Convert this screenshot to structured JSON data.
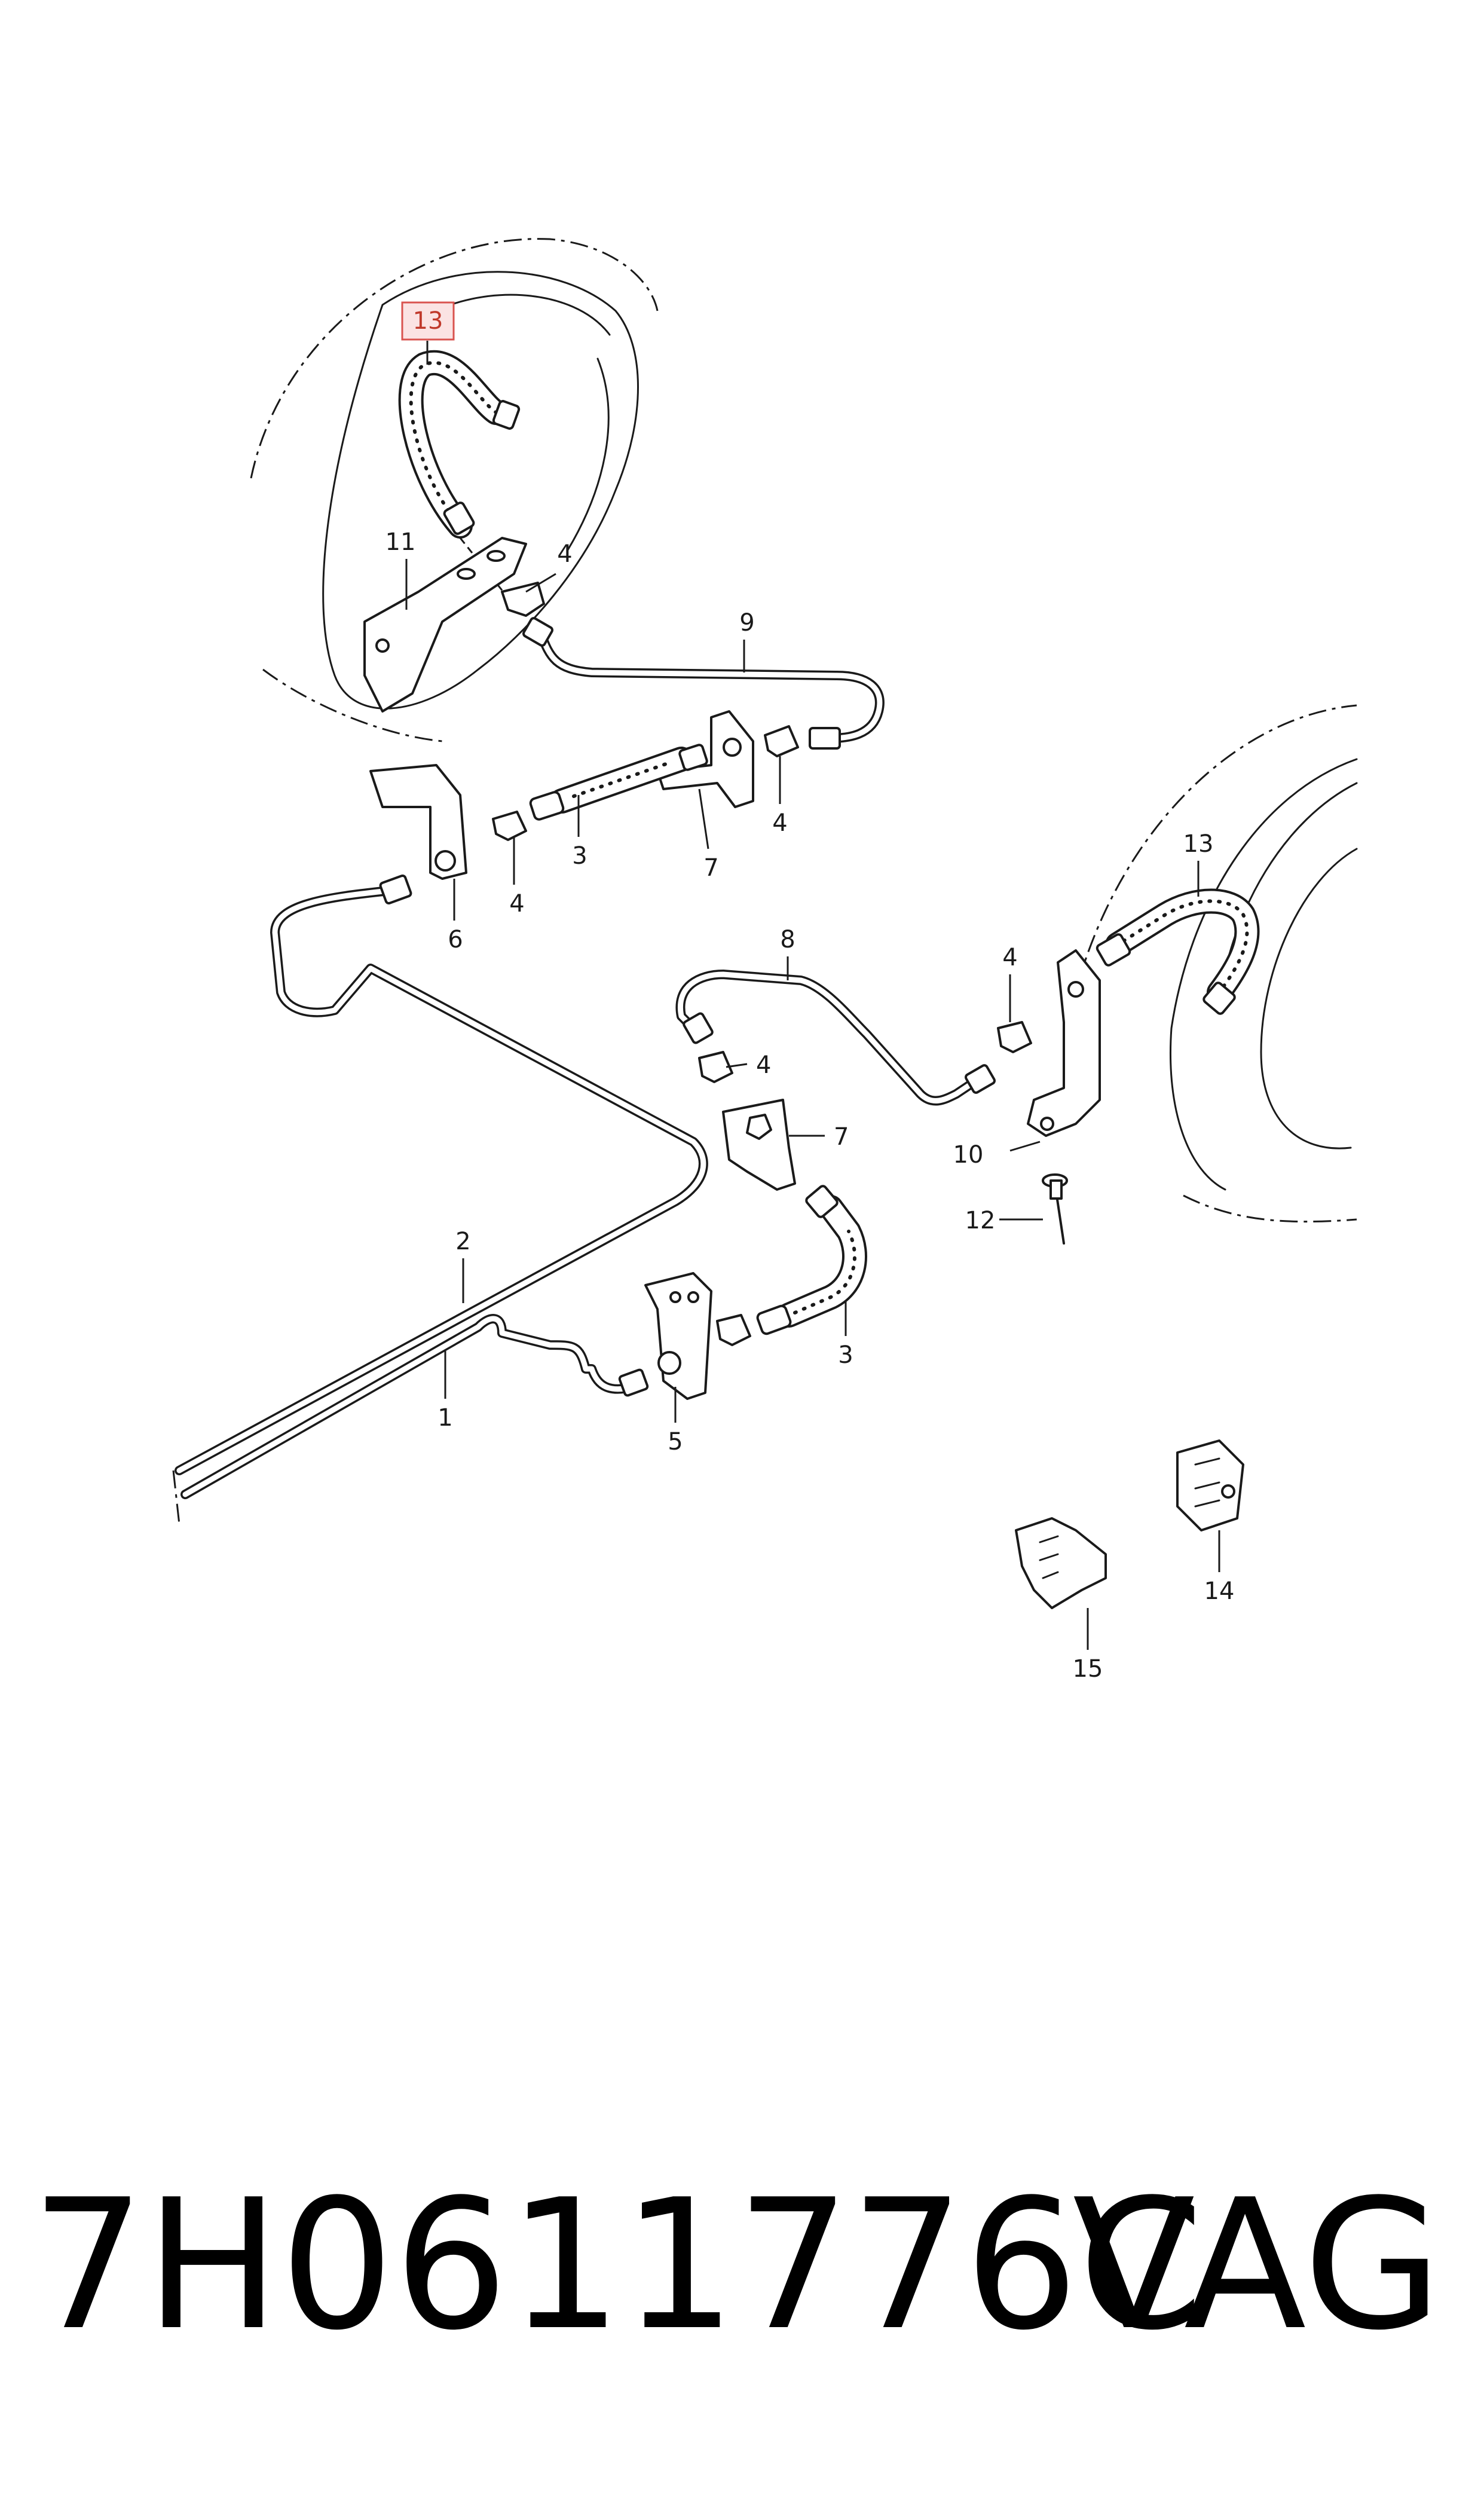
{
  "highlighted_callout": "13",
  "highlight_color": "#d9534f",
  "callouts": {
    "c13_top": "13",
    "c11": "11",
    "c4_top": "4",
    "c9": "9",
    "c6": "6",
    "c4_mid_left": "4",
    "c3_top": "3",
    "c7_top": "7",
    "c4_mid_right": "4",
    "c13_right": "13",
    "c8": "8",
    "c4_right": "4",
    "c4_center": "4",
    "c7_center": "7",
    "c10": "10",
    "c12": "12",
    "c2": "2",
    "c1": "1",
    "c3_bottom": "3",
    "c5": "5",
    "c14": "14",
    "c15": "15"
  },
  "footer": {
    "part_number": "7H0611776C",
    "brand": "VAG"
  }
}
